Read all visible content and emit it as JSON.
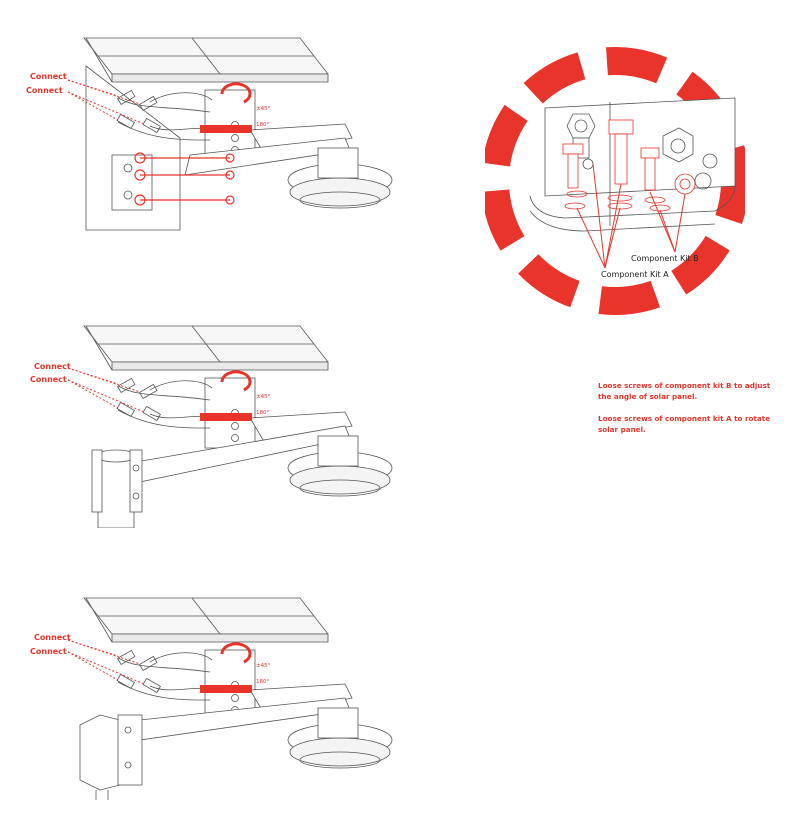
{
  "colors": {
    "accent": "#e8342a",
    "line": "#555555",
    "text": "#222222"
  },
  "panels": [
    {
      "id": "wall",
      "connect_labels": [
        "Connect",
        "Connect"
      ],
      "angle_top": "±45°",
      "angle_bottom": "180°"
    },
    {
      "id": "pole",
      "connect_labels": [
        "Connect",
        "Connect"
      ],
      "angle_top": "±45°",
      "angle_bottom": "180°"
    },
    {
      "id": "side-pole",
      "connect_labels": [
        "Connect",
        "Connect"
      ],
      "angle_top": "±45°",
      "angle_bottom": "180°"
    }
  ],
  "detail": {
    "kit_a_label": "Component Kit A",
    "kit_b_label": "Component Kit B"
  },
  "notes": [
    "Loose screws of component kit B to adjust the angle of solar panel.",
    "Loose screws of component kit A to rotate solar panel."
  ]
}
